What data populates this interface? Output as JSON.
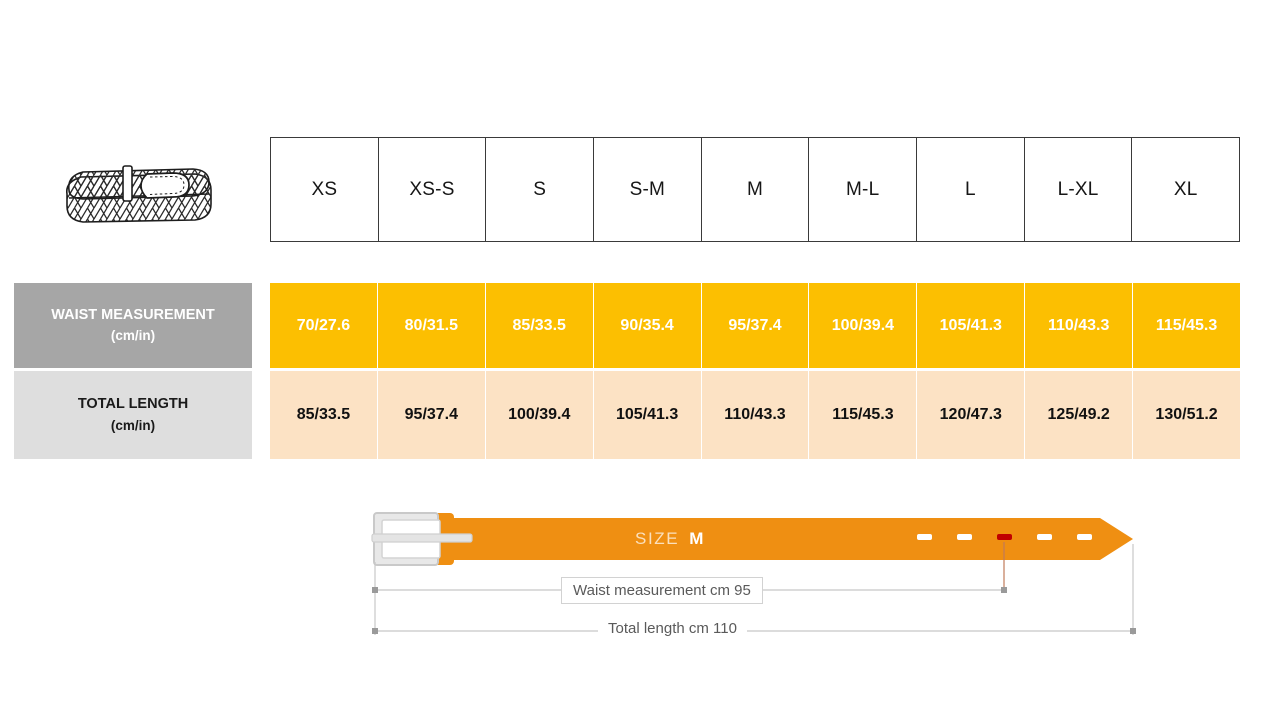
{
  "product": {
    "icon_name": "woven-belt-illustration",
    "alt": "Braided woven belt coiled with buckle"
  },
  "size_table": {
    "sizes": [
      "XS",
      "XS-S",
      "S",
      "S-M",
      "M",
      "M-L",
      "L",
      "L-XL",
      "XL"
    ],
    "rows": [
      {
        "id": "waist",
        "label_main": "WAIST MEASUREMENT",
        "label_sub": "(cm/in)",
        "label_bg": "#a6a6a6",
        "label_color": "#ffffff",
        "cell_bg": "#fcbf01",
        "cell_color": "#ffffff",
        "values": [
          "70/27.6",
          "80/31.5",
          "85/33.5",
          "90/35.4",
          "95/37.4",
          "100/39.4",
          "105/41.3",
          "110/43.3",
          "115/45.3"
        ]
      },
      {
        "id": "total_length",
        "label_main": "TOTAL LENGTH",
        "label_sub": "(cm/in)",
        "label_bg": "#dedede",
        "label_color": "#1a1a1a",
        "cell_bg": "#fce2c4",
        "cell_color": "#111111",
        "values": [
          "85/33.5",
          "95/37.4",
          "100/39.4",
          "105/41.3",
          "110/43.3",
          "115/45.3",
          "120/47.3",
          "125/49.2",
          "130/51.2"
        ]
      }
    ]
  },
  "belt_diagram": {
    "size_prefix": "SIZE",
    "size_value": "M",
    "waist_dimension_label": "Waist measurement cm 95",
    "total_length_label": "Total length cm 110",
    "belt_color": "#ef8f12",
    "buckle_color": "#d9d9d9",
    "active_hole_color": "#c00000",
    "hole_count": 5,
    "active_hole_index": 3
  },
  "colors": {
    "accent_orange": "#fcbf01",
    "accent_peach": "#fce2c4",
    "belt_orange": "#ef8f12",
    "label_gray_dark": "#a6a6a6",
    "label_gray_light": "#dedede",
    "highlight_red": "#c00000",
    "background": "#ffffff"
  }
}
